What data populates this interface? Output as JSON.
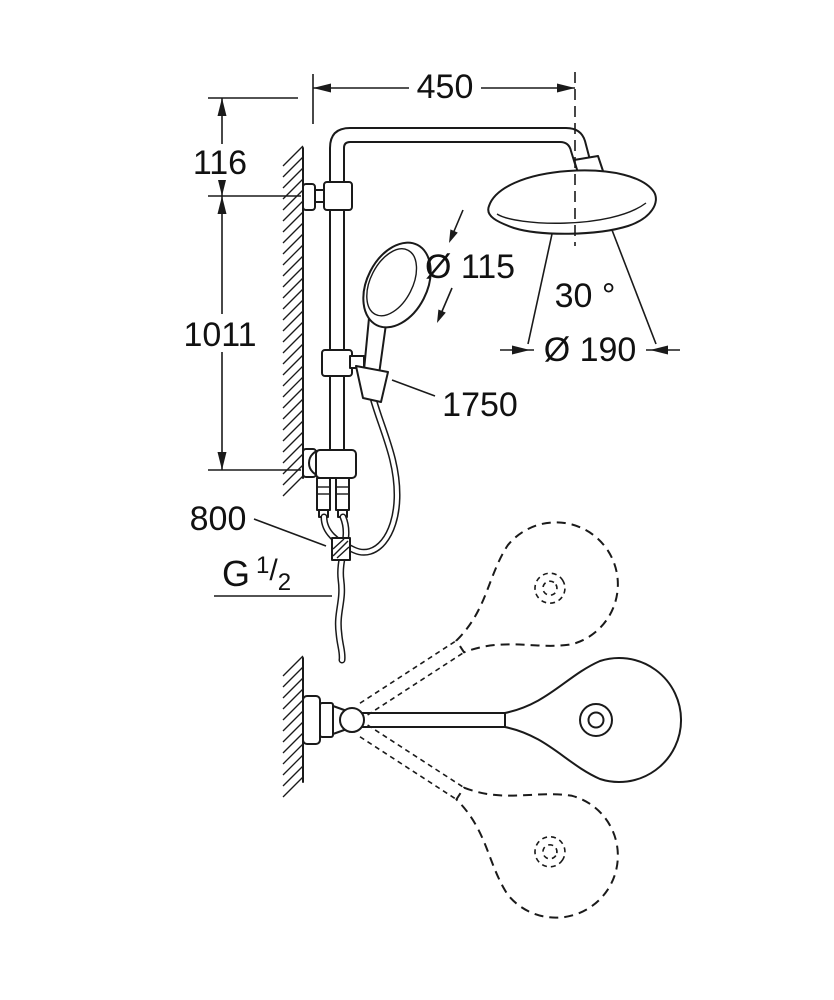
{
  "colors": {
    "line": "#1a1a1a",
    "background": "#ffffff"
  },
  "labels": {
    "dim_450": "450",
    "dim_116": "116",
    "dim_1011": "1011",
    "dia_hand_shower": "Ø 115",
    "angle_head": "30 °",
    "dia_head": "Ø 190",
    "dim_1750": "1750",
    "dim_800": "800",
    "thread_g": "G",
    "thread_num": "1",
    "thread_slash": "/",
    "thread_den": "2"
  }
}
